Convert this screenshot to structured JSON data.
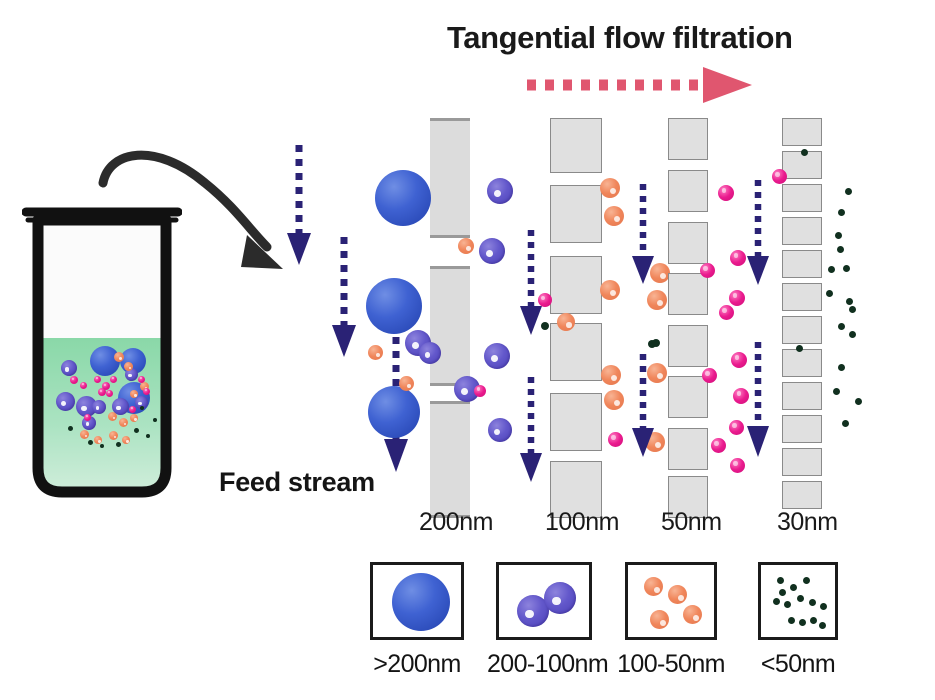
{
  "figure": {
    "title": "Tangential flow filtration",
    "feed_label": "Feed stream"
  },
  "colors": {
    "title_text": "#1a1a1a",
    "flow_arrow": "#e0566f",
    "navy_arrow": "#2a2275",
    "membrane_block": "#dcdcdc",
    "membrane_block_border": "#8a8a8a",
    "liquid_top": "#8fd9ac",
    "liquid_bottom": "#cdecd8",
    "beaker_outline": "#111111",
    "particle_blue": "#3f62d2",
    "particle_purple": "#6358cb",
    "particle_orange": "#f0865b",
    "particle_pink": "#ea1b8e",
    "particle_dot": "#11301f"
  },
  "membranes": [
    {
      "label": "200nm",
      "block_count": 3,
      "retains": ">200nm"
    },
    {
      "label": "100nm",
      "block_count": 6,
      "retains": "200-100nm"
    },
    {
      "label": "50nm",
      "block_count": 8,
      "retains": "100-50nm"
    },
    {
      "label": "30nm",
      "block_count": 12,
      "retains": "<50nm"
    }
  ],
  "legend": [
    {
      "label": ">200nm",
      "particle": "blue-sphere",
      "count": 1
    },
    {
      "label": "200-100nm",
      "particle": "purple-sphere",
      "count": 2
    },
    {
      "label": "100-50nm",
      "particle": "orange-sphere",
      "count": 4
    },
    {
      "label": "<50nm",
      "particle": "dark-dot",
      "count": 13
    }
  ],
  "chart_data": {
    "type": "diagram",
    "title": "Tangential flow filtration",
    "description": "Serial tangential flow filtration cascade separating particles by size",
    "stages": [
      {
        "cutoff_nm": 200,
        "retained_fraction": ">200nm",
        "passes": [
          "200-100nm",
          "100-50nm",
          "<50nm"
        ]
      },
      {
        "cutoff_nm": 100,
        "retained_fraction": "200-100nm",
        "passes": [
          "100-50nm",
          "<50nm"
        ]
      },
      {
        "cutoff_nm": 50,
        "retained_fraction": "100-50nm",
        "passes": [
          "<50nm"
        ]
      },
      {
        "cutoff_nm": 30,
        "retained_fraction": "<50nm",
        "passes": []
      }
    ],
    "particle_classes": [
      ">200nm",
      "200-100nm",
      "100-50nm",
      "<50nm"
    ],
    "feed_source": "Feed stream"
  }
}
